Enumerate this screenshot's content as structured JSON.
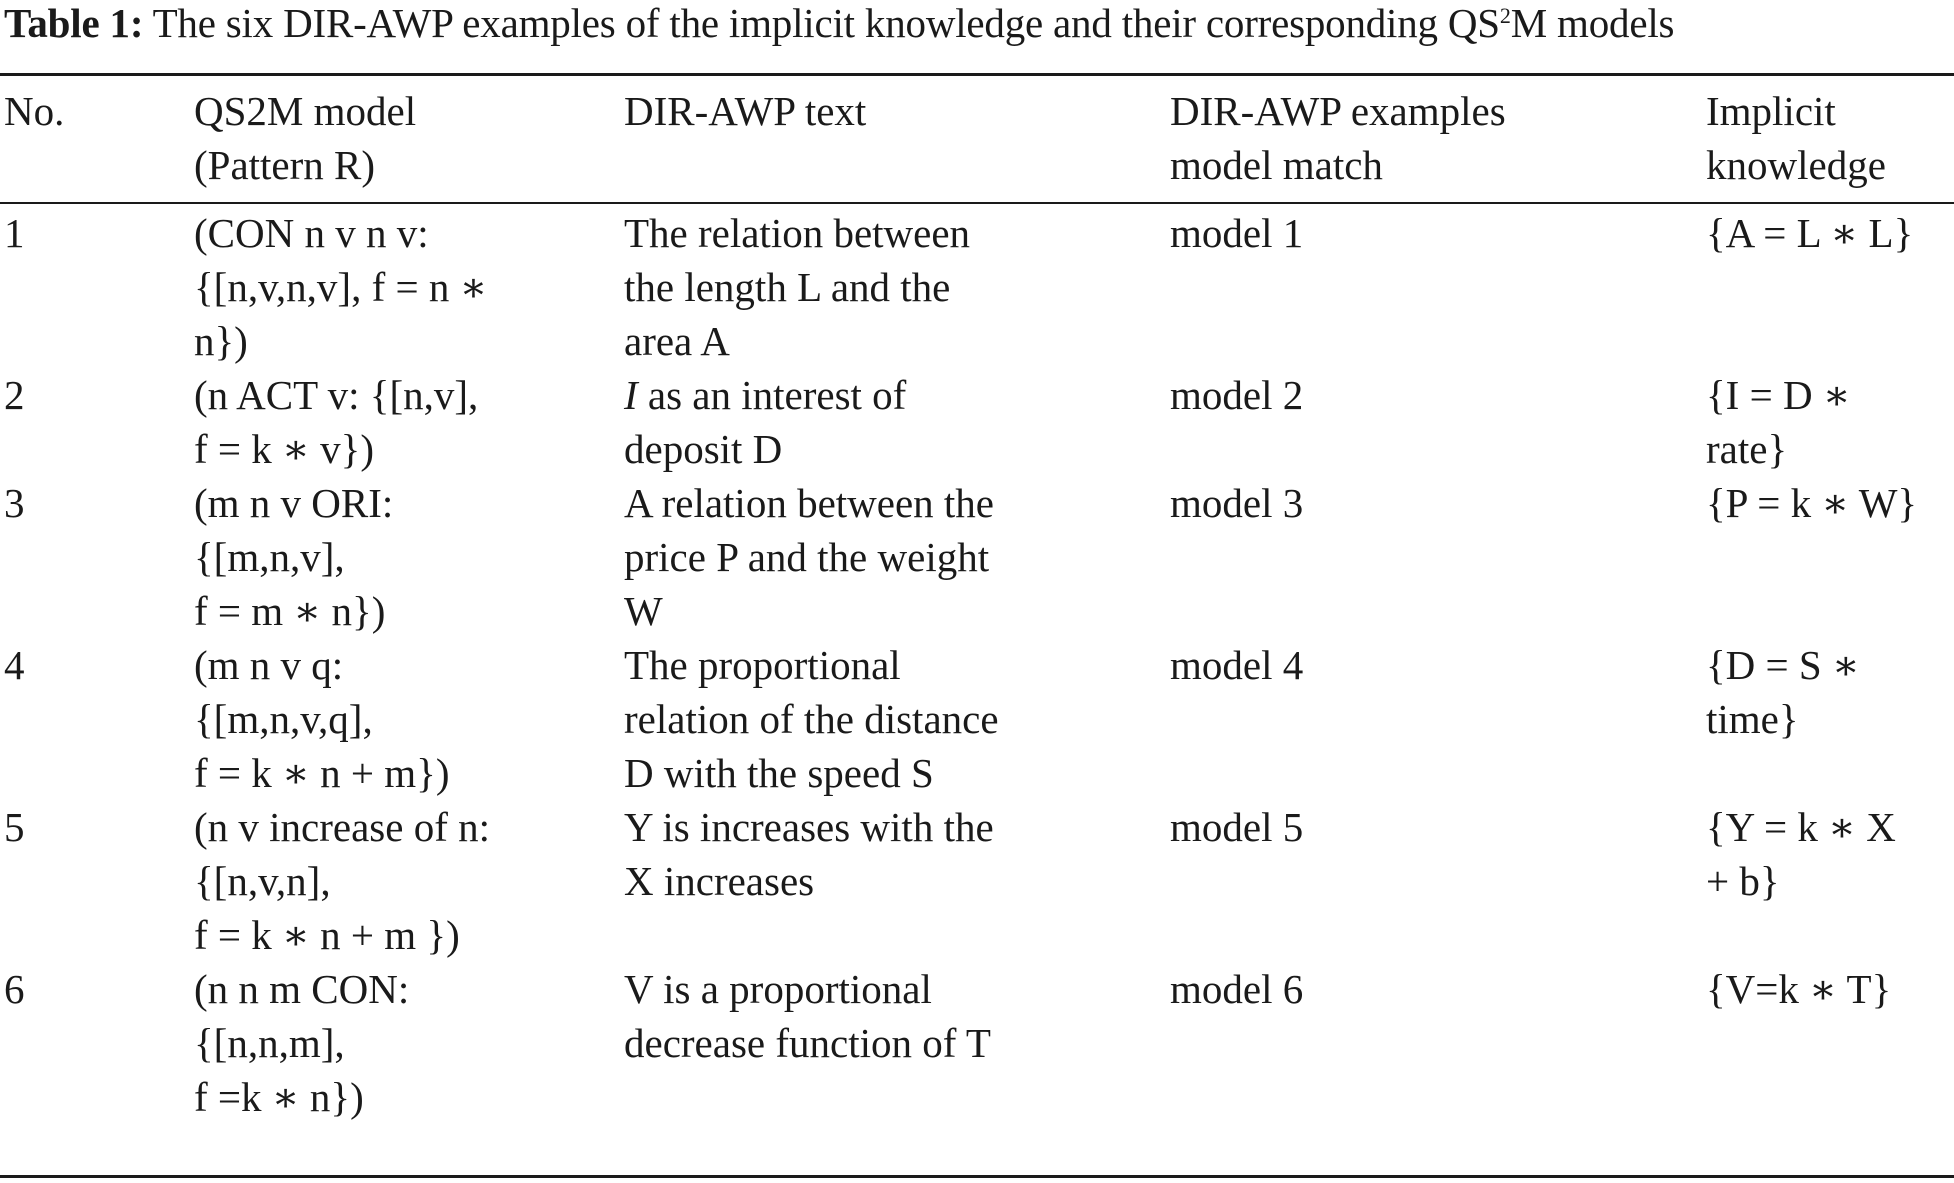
{
  "caption": {
    "label": "Table 1:",
    "text_before_sup": " The six DIR-AWP examples of the implicit knowledge and their corresponding QS",
    "sup": "2",
    "text_after_sup": "M models"
  },
  "table": {
    "headers": {
      "no": "No.",
      "model": "QS2M model\n(Pattern R)",
      "text": "DIR-AWP text",
      "match": "DIR-AWP examples\nmodel match",
      "knowledge": "Implicit\nknowledge"
    },
    "rows": [
      {
        "no": "1",
        "model": "(CON n v n v:\n{[n,v,n,v], f = n ∗\nn})",
        "text": "The relation between\nthe length L and the\narea A",
        "match": "model 1",
        "knowledge": "{A = L ∗ L}"
      },
      {
        "no": "2",
        "model": "(n ACT v: {[n,v],\nf = k ∗ v})",
        "text_italic_prefix": "I",
        "text": " as an interest of\ndeposit D",
        "match": "model 2",
        "knowledge": "{I = D ∗\nrate}"
      },
      {
        "no": "3",
        "model": "(m n v ORI:\n{[m,n,v],\nf = m ∗ n})",
        "text": "A relation between the\nprice P and the weight\nW",
        "match": "model 3",
        "knowledge": "{P = k ∗ W}"
      },
      {
        "no": "4",
        "model": "(m n v q:\n{[m,n,v,q],\nf = k ∗ n + m})",
        "text": "The proportional\nrelation of the distance\nD with the speed S",
        "match": "model 4",
        "knowledge": "{D = S ∗\ntime}"
      },
      {
        "no": "5",
        "model": "(n v increase of n:\n{[n,v,n],\nf = k ∗ n + m })",
        "text": "Y is increases with the\nX increases",
        "match": "model 5",
        "knowledge": "{Y = k ∗ X\n+ b}"
      },
      {
        "no": "6",
        "model": "(n n m CON:\n{[n,n,m],\nf =k ∗ n})",
        "text": "V is a proportional\ndecrease function of T",
        "match": "model 6",
        "knowledge": "{V=k ∗ T}"
      }
    ]
  }
}
